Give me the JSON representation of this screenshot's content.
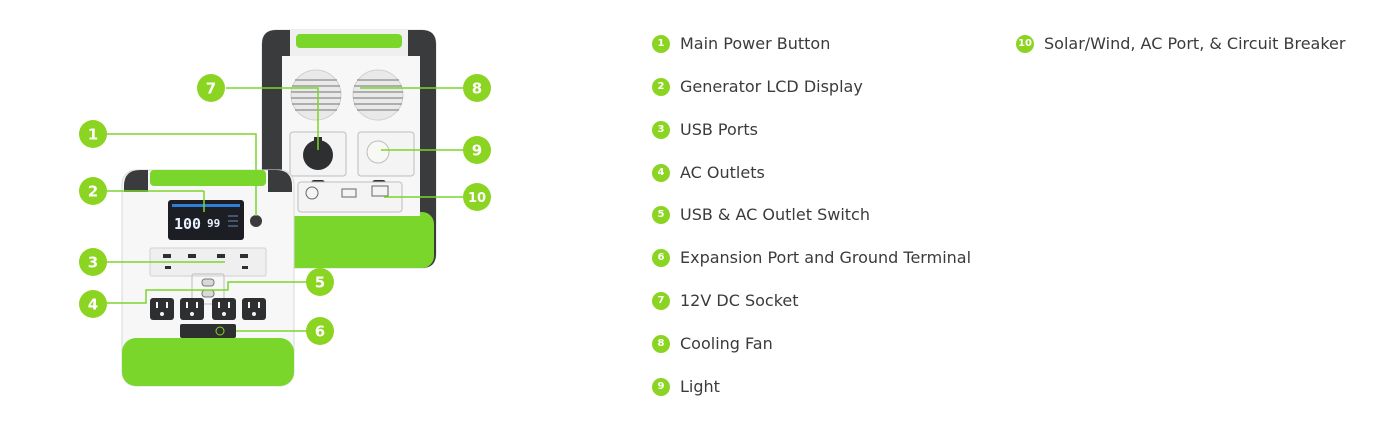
{
  "display": {
    "percent": "100",
    "value": "99"
  },
  "callouts": [
    "1",
    "2",
    "3",
    "4",
    "5",
    "6",
    "7",
    "8",
    "9",
    "10"
  ],
  "legend": [
    {
      "num": "1",
      "label": "Main Power Button"
    },
    {
      "num": "2",
      "label": "Generator LCD Display"
    },
    {
      "num": "3",
      "label": "USB Ports"
    },
    {
      "num": "4",
      "label": "AC Outlets"
    },
    {
      "num": "5",
      "label": "USB & AC Outlet Switch"
    },
    {
      "num": "6",
      "label": "Expansion Port and Ground Terminal"
    },
    {
      "num": "7",
      "label": "12V DC Socket"
    },
    {
      "num": "8",
      "label": "Cooling Fan"
    },
    {
      "num": "9",
      "label": "Light"
    },
    {
      "num": "10",
      "label": "Solar/Wind, AC Port, & Circuit Breaker"
    }
  ],
  "colors": {
    "accent": "#8bd422",
    "green": "#78d62a",
    "body": "#f4f5f4",
    "dark": "#2c2d2f"
  }
}
